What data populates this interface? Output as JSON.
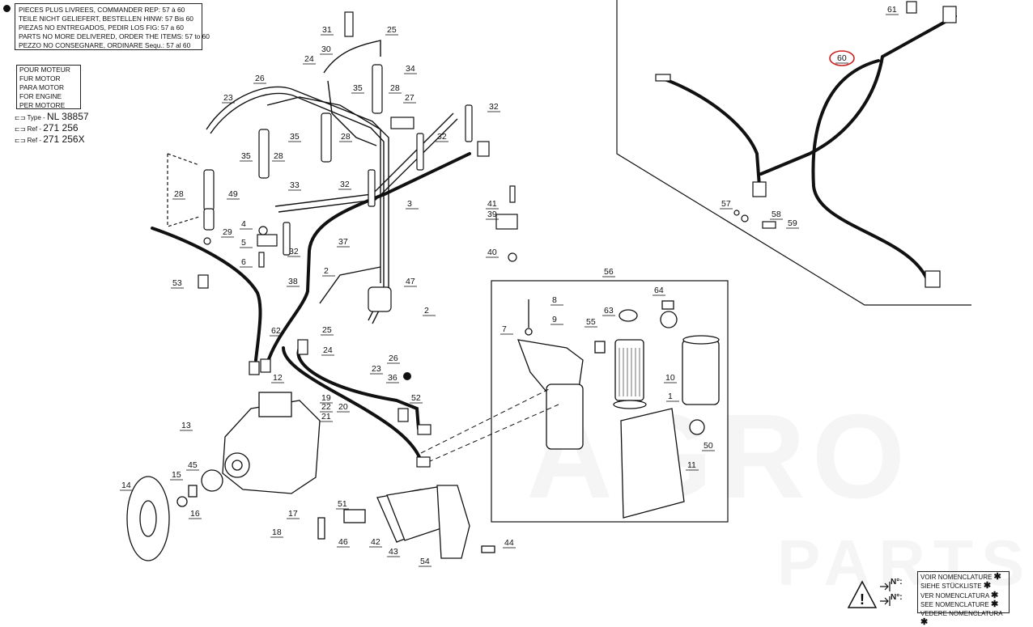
{
  "notice": {
    "lines": [
      "PIECES PLUS LIVREES, COMMANDER  REP: 57 à 60",
      "TEILE NICHT GELIEFERT, BESTELLEN HINW: 57 Bis 60",
      "PIEZAS NO ENTREGADOS, PEDIR LOS FIG: 57 a 60",
      "PARTS  NO MORE  DELIVERED, ORDER THE ITEMS: 57 to 60",
      "PEZZO NO CONSEGNARE, ORDINARE Sequ.: 57 al 60"
    ]
  },
  "engine": {
    "lines": [
      "POUR MOTEUR",
      "FUR MOTOR",
      "PARA MOTOR",
      "FOR ENGINE",
      "PER MOTORE"
    ]
  },
  "refs": [
    {
      "label": "Type",
      "value": "NL 38857"
    },
    {
      "label": "Ref",
      "value": "271 256"
    },
    {
      "label": "Ref",
      "value": "271 256X"
    }
  ],
  "callouts": [
    {
      "n": "31"
    },
    {
      "n": "25"
    },
    {
      "n": "30"
    },
    {
      "n": "24"
    },
    {
      "n": "34"
    },
    {
      "n": "26"
    },
    {
      "n": "35"
    },
    {
      "n": "28"
    },
    {
      "n": "23"
    },
    {
      "n": "27"
    },
    {
      "n": "32"
    },
    {
      "n": "35"
    },
    {
      "n": "28"
    },
    {
      "n": "32"
    },
    {
      "n": "35"
    },
    {
      "n": "28"
    },
    {
      "n": "28"
    },
    {
      "n": "49"
    },
    {
      "n": "33"
    },
    {
      "n": "32"
    },
    {
      "n": "3"
    },
    {
      "n": "41"
    },
    {
      "n": "39"
    },
    {
      "n": "4"
    },
    {
      "n": "29"
    },
    {
      "n": "5"
    },
    {
      "n": "37"
    },
    {
      "n": "32"
    },
    {
      "n": "6"
    },
    {
      "n": "40"
    },
    {
      "n": "2"
    },
    {
      "n": "53"
    },
    {
      "n": "38"
    },
    {
      "n": "47"
    },
    {
      "n": "2"
    },
    {
      "n": "25"
    },
    {
      "n": "62"
    },
    {
      "n": "24"
    },
    {
      "n": "26"
    },
    {
      "n": "23"
    },
    {
      "n": "12"
    },
    {
      "n": "36"
    },
    {
      "n": "52"
    },
    {
      "n": "19"
    },
    {
      "n": "22"
    },
    {
      "n": "20"
    },
    {
      "n": "21"
    },
    {
      "n": "13"
    },
    {
      "n": "45"
    },
    {
      "n": "15"
    },
    {
      "n": "14"
    },
    {
      "n": "16"
    },
    {
      "n": "17"
    },
    {
      "n": "18"
    },
    {
      "n": "51"
    },
    {
      "n": "46"
    },
    {
      "n": "42"
    },
    {
      "n": "43"
    },
    {
      "n": "54"
    },
    {
      "n": "44"
    },
    {
      "n": "56"
    },
    {
      "n": "64"
    },
    {
      "n": "8"
    },
    {
      "n": "63"
    },
    {
      "n": "9"
    },
    {
      "n": "7"
    },
    {
      "n": "55"
    },
    {
      "n": "10"
    },
    {
      "n": "1"
    },
    {
      "n": "50"
    },
    {
      "n": "11"
    },
    {
      "n": "61"
    },
    {
      "n": "60"
    },
    {
      "n": "57"
    },
    {
      "n": "58"
    },
    {
      "n": "59"
    }
  ],
  "legend": {
    "items": [
      {
        "text": "VOIR NOMENCLATURE",
        "mark": "✱"
      },
      {
        "text": "SIEHE STÜCKLISTE",
        "mark": "✱"
      },
      {
        "text": "VER NOMENCLATURA",
        "mark": "✱"
      },
      {
        "text": "SEE NOMENCLATURE",
        "mark": "✱"
      },
      {
        "text": "VEDERE NOMENCLATURA",
        "mark": "✱"
      }
    ],
    "n1": "N°:",
    "n2": "N°:"
  },
  "watermark": {
    "line1": "AGRO",
    "line2": "PARTS"
  },
  "colors": {
    "ink": "#111111",
    "highlight": "#cc1f1f",
    "watermark": "#c8c8c8"
  }
}
